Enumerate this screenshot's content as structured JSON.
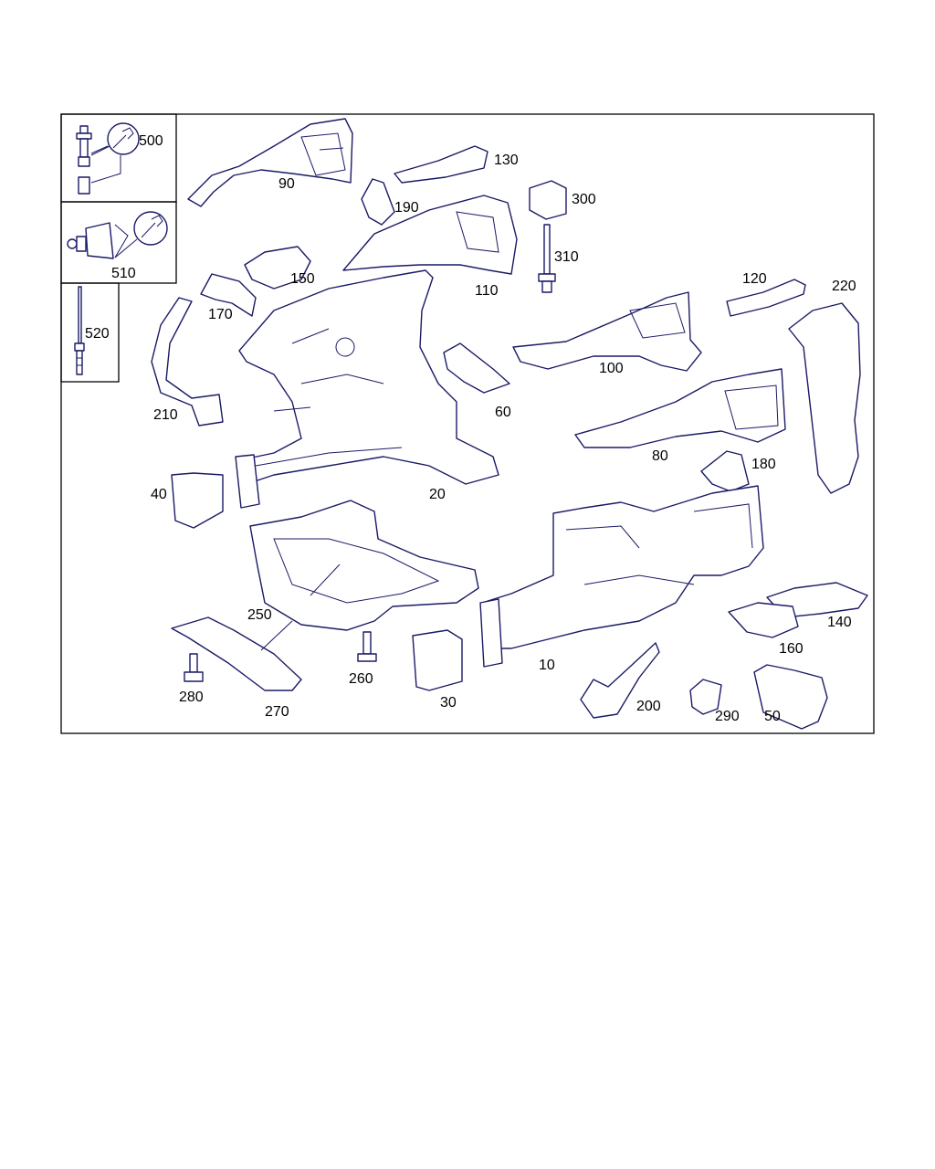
{
  "labels": {
    "p10": "10",
    "p20": "20",
    "p30": "30",
    "p40": "40",
    "p50": "50",
    "p60": "60",
    "p80": "80",
    "p90": "90",
    "p100": "100",
    "p110": "110",
    "p120": "120",
    "p130": "130",
    "p140": "140",
    "p150": "150",
    "p160": "160",
    "p170": "170",
    "p180": "180",
    "p190": "190",
    "p200": "200",
    "p210": "210",
    "p220": "220",
    "p250": "250",
    "p260": "260",
    "p270": "270",
    "p280": "280",
    "p290": "290",
    "p300": "300",
    "p310": "310",
    "p500": "500",
    "p510": "510",
    "p520": "520"
  },
  "icons": {
    "wrench": "wrench-icon",
    "bolt": "bolt-icon",
    "rivet": "rivet-icon",
    "sealant_tube": "sealant-tube-icon"
  }
}
